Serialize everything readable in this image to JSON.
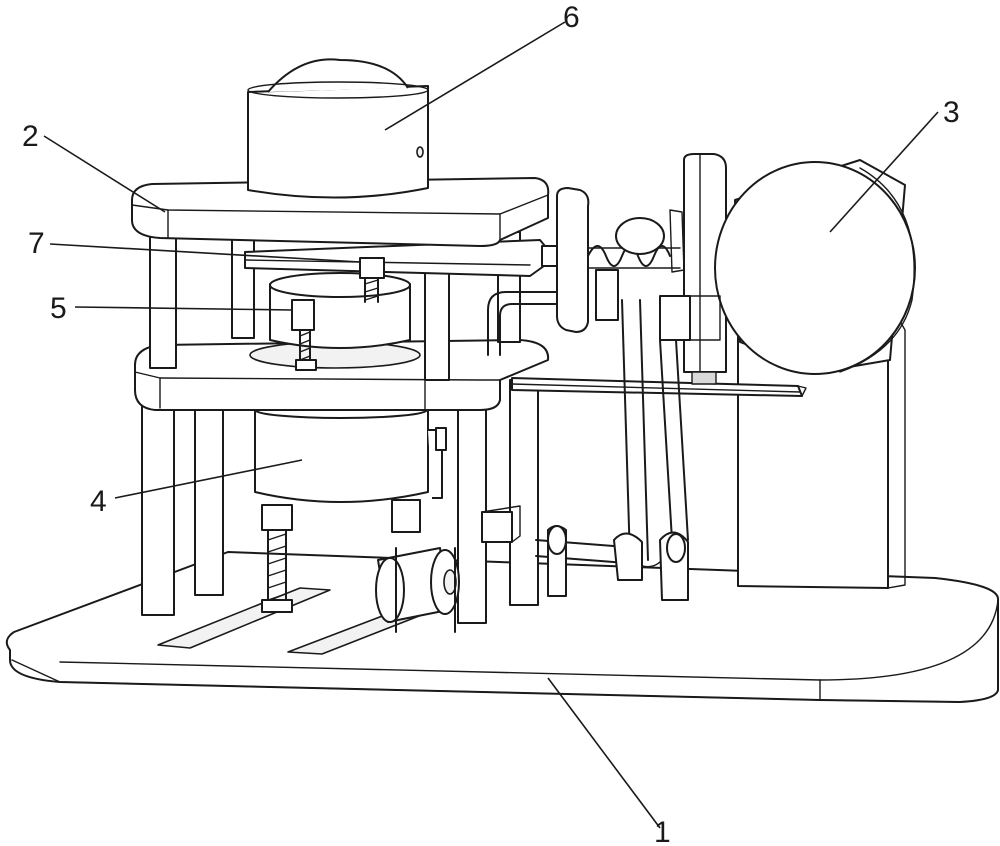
{
  "figure": {
    "callouts": [
      {
        "id": "1",
        "text": "1"
      },
      {
        "id": "2",
        "text": "2"
      },
      {
        "id": "3",
        "text": "3"
      },
      {
        "id": "4",
        "text": "4"
      },
      {
        "id": "5",
        "text": "5"
      },
      {
        "id": "6",
        "text": "6"
      },
      {
        "id": "7",
        "text": "7"
      }
    ]
  },
  "colors": {
    "line": "#1a1a1a",
    "background": "#ffffff"
  }
}
